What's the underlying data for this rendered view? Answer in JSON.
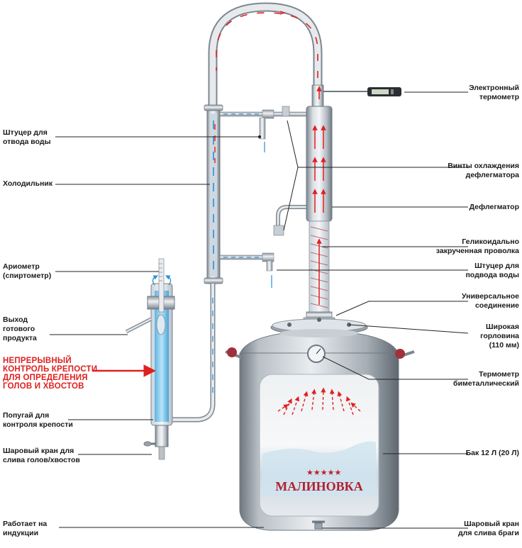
{
  "labels_left": [
    {
      "id": "water-outlet",
      "text": "Штуцер для\nотвода воды"
    },
    {
      "id": "condenser",
      "text": "Холодильник"
    },
    {
      "id": "hydrometer",
      "text": "Ариометр\n(спиртометр)"
    },
    {
      "id": "product-outlet",
      "text": "Выход\nготового\nпродукта"
    },
    {
      "id": "parrot",
      "text": "Попугай для\nконтроля крепости"
    },
    {
      "id": "ball-valve-heads",
      "text": "Шаровый кран для\nслива голов/хвостов"
    },
    {
      "id": "induction",
      "text": "Работает на\nиндукции"
    }
  ],
  "callout_red": "НЕПРЕРЫВНЫЙ\nКОНТРОЛЬ КРЕПОСТИ\nДЛЯ ОПРЕДЕЛЕНИЯ\nГОЛОВ И ХВОСТОВ",
  "labels_right": [
    {
      "id": "e-thermometer",
      "text": "Электронный\nтермометр"
    },
    {
      "id": "cooling-screws",
      "text": "Винты охлаждения\nдефлегматора"
    },
    {
      "id": "dephlegmator",
      "text": "Дефлегматор"
    },
    {
      "id": "helical-wire",
      "text": "Геликоидально\nзакрученная проволка"
    },
    {
      "id": "water-inlet",
      "text": "Штуцер для\nподвода воды"
    },
    {
      "id": "universal-joint",
      "text": "Универсальное\nсоединение"
    },
    {
      "id": "wide-neck",
      "text": "Широкая\nгорловина\n(110 мм)"
    },
    {
      "id": "bimetal-thermometer",
      "text": "Термометр\nбиметаллический"
    },
    {
      "id": "tank",
      "text": "Бак 12 Л (20 Л)"
    },
    {
      "id": "ball-valve-mash",
      "text": "Шаровый кран\nдля слива браги"
    }
  ],
  "brand": "МАЛИНОВКА",
  "colors": {
    "steel": "#b9bfc6",
    "steel_dark": "#7d868f",
    "steel_light": "#eef1f4",
    "hot": "#e02020",
    "cold": "#2b8fd8",
    "liquid": "#8fd0ef",
    "handle": "#a0303a"
  }
}
